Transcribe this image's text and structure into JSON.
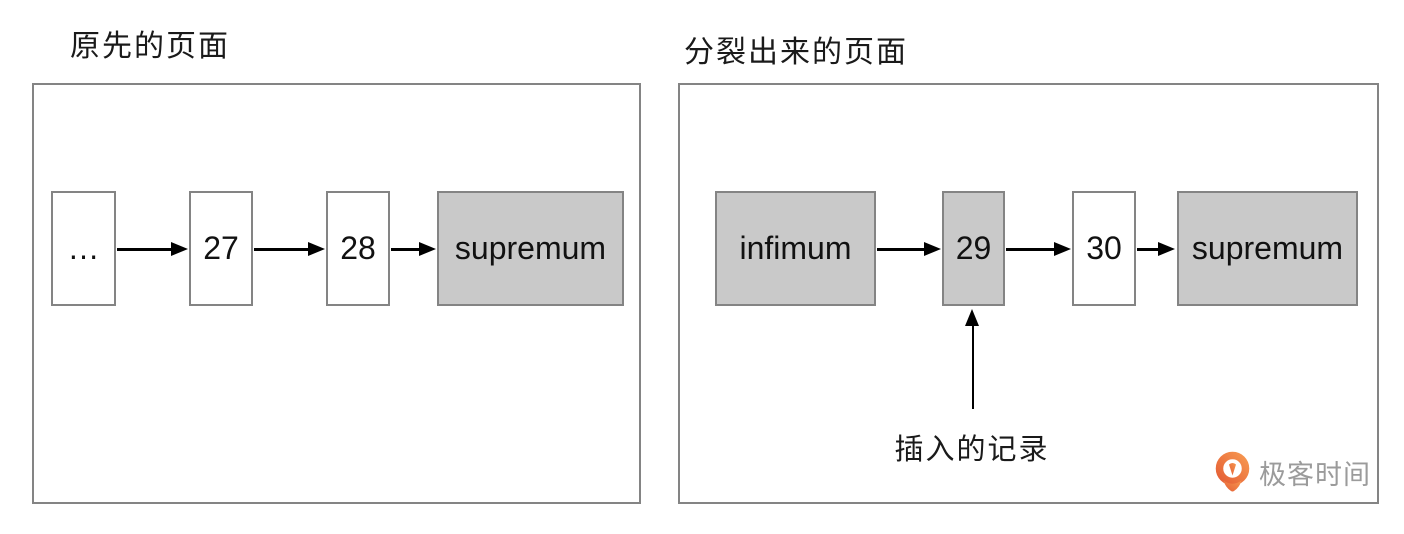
{
  "diagram": {
    "topic": "index page split linked-list diagram",
    "colors": {
      "background": "#ffffff",
      "panel_border": "#848484",
      "node_border": "#848484",
      "node_fill_gray": "#c9c9c9",
      "node_fill_white": "#ffffff",
      "arrow": "#000000",
      "text": "#1a1a1a"
    },
    "panels": [
      {
        "title": "原先的页面",
        "nodes": [
          {
            "label": "…",
            "filled": false
          },
          {
            "label": "27",
            "filled": false
          },
          {
            "label": "28",
            "filled": false
          },
          {
            "label": "supremum",
            "filled": true
          }
        ]
      },
      {
        "title": "分裂出来的页面",
        "nodes": [
          {
            "label": "infimum",
            "filled": true
          },
          {
            "label": "29",
            "filled": true
          },
          {
            "label": "30",
            "filled": false
          },
          {
            "label": "supremum",
            "filled": true
          }
        ],
        "annotation": {
          "label": "插入的记录",
          "points_to": "29"
        }
      }
    ],
    "logo": {
      "text": "极客时间",
      "icon": "geektime-logo-icon",
      "icon_color": "#ED7040",
      "text_color": "#9b9b9b"
    }
  }
}
